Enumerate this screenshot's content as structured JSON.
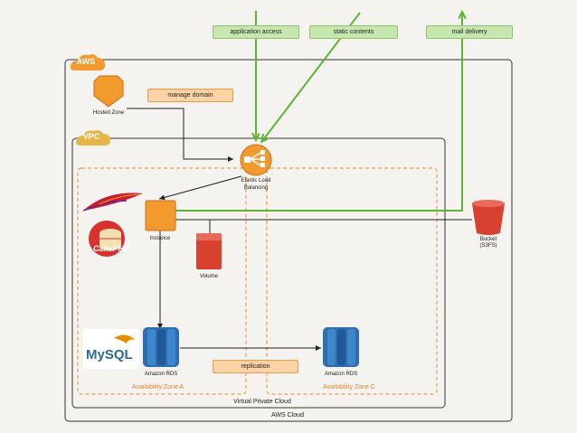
{
  "tags": {
    "application_access": "application access",
    "static_contents": "static contents",
    "mail_delivery": "mail delivery",
    "manage_domain": "manage domain",
    "replication": "replication"
  },
  "clouds": {
    "aws": "AWS",
    "vpc": "VPC"
  },
  "nodes": {
    "hosted_zone": "Hosted Zone",
    "elb_line1": "Elastic Load",
    "elb_line2": "Balancing",
    "instance": "Instance",
    "volume": "Volume",
    "bucket_line1": "Bucket",
    "bucket_line2": "(S3FS)",
    "rds_a": "Amazon RDS",
    "rds_c": "Amazon RDS"
  },
  "logos": {
    "cakephp": "CakePHP",
    "mysql": "MySQL"
  },
  "zones": {
    "zone_a": "Availability Zone A",
    "zone_c": "Availability Zone C"
  },
  "containers": {
    "vpc_label": "Virtual Private Cloud",
    "aws_label": "AWS Cloud"
  },
  "colors": {
    "arrow_green": "#5db532",
    "aws_orange": "#f29a2e",
    "rds_blue": "#2f6db0",
    "volume_red": "#d8412f",
    "zone_dash": "#e8a04a"
  }
}
